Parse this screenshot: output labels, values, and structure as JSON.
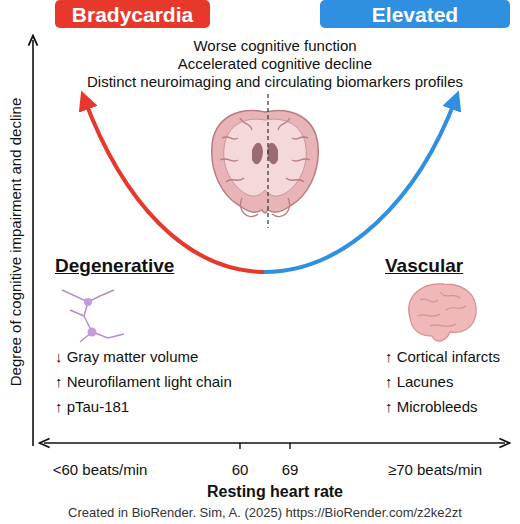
{
  "diagram": {
    "nodes": [
      {
        "text": [
          "Bradycardia"
        ]
      },
      {
        "text": [
          "Elevated"
        ]
      }
    ],
    "labels": [
      "Worse cognitive function",
      "Accelerated cognitive decline",
      "Distinct neuroimaging and circulating biomarkers profiles",
      "Degree of cognitive impairment and decline",
      "Degenerative",
      "Vascular",
      "↓ Gray matter volume",
      "↑ Neurofilament light chain",
      "↑ pTau-181",
      "↑ Cortical infarcts",
      "↑ Lacunes",
      "↑ Microbleeds",
      "<60 beats/min",
      "60",
      "69",
      "≥70 beats/min",
      "Resting heart rate"
    ],
    "caption": "Created in BioRender. Sim, A. (2025) https://BioRender.com/z2ke2zt"
  }
}
